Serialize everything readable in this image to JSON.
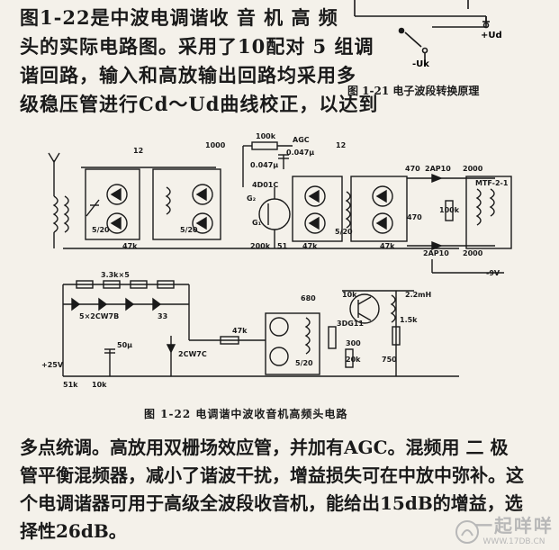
{
  "body_text": {
    "top_lines": [
      "图1-22是中波电调谐收 音 机 高 频",
      "头的实际电路图。采用了10配对 5 组调",
      "谐回路，输入和高放输出回路均采用多",
      "级稳压管进行Cd～Ud曲线校正，以达到"
    ],
    "bottom_lines": [
      "多点统调。高放用双栅场效应管，并加有AGC。混频用 二 极",
      "管平衡混频器，减小了谐波干扰，增益损失可在中放中弥补。这",
      "个电调谐器可用于高级全波段收音机，能给出15dB的增益，选",
      "择性26dB。"
    ]
  },
  "figure_1_21": {
    "caption": "图 1-21   电子波段转换原理",
    "labels": {
      "ud": "+Ud",
      "uk": "-Uk"
    }
  },
  "figure_1_22": {
    "caption": "图 1-22   电调谐中波收音机高频头电路",
    "labels": {
      "agc": "AGC",
      "c100k": "100k",
      "c0047a": "0.047μ",
      "c0047b": "0.047μ",
      "c1000": "1000",
      "t12a": "12",
      "t12b": "12",
      "fet": "4D01C",
      "g2": "G₂",
      "g1": "G₁",
      "r200k": "200k",
      "r51": "51",
      "r47k1": "47k",
      "r47k2": "47k",
      "r47k3": "47k",
      "c470a": "470",
      "c470b": "470",
      "d2ap10a": "2AP10",
      "d2ap10b": "2AP10",
      "c2000a": "2000",
      "c2000b": "2000",
      "mtf": "MTF-2-1",
      "r100k2": "100k",
      "v9": "-9V",
      "tune1": "5/20",
      "tune2": "5/20",
      "tune3": "5/20",
      "r33k": "3.3k×5",
      "dz5": "5×2CW7B",
      "r33": "33",
      "c50u": "50μ",
      "dz2cw7c": "2CW7C",
      "v25": "+25V",
      "r51k": "51k",
      "r10k": "10k",
      "c680": "680",
      "r10k2": "10k",
      "l22mh": "2.2mH",
      "t3dg": "3DG11",
      "c300": "300",
      "r15k": "1.5k",
      "r20k": "20k",
      "c750": "750",
      "r47k4": "47k",
      "tune4": "5/20"
    }
  },
  "watermark": {
    "main": "一起咩咩",
    "url": "WWW.17DB.CN"
  }
}
